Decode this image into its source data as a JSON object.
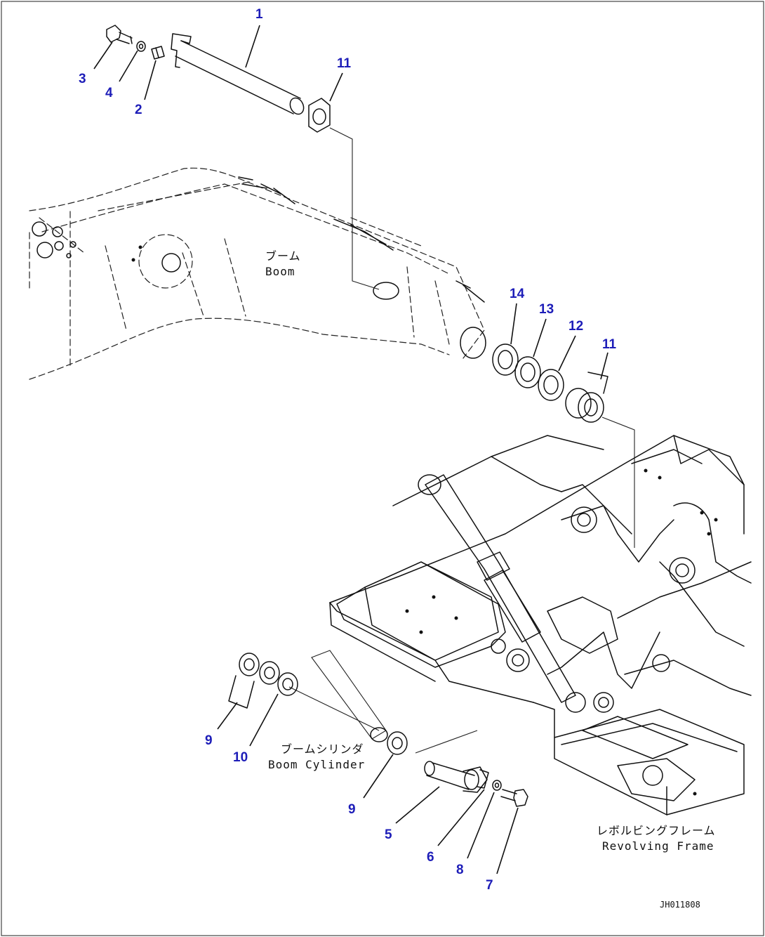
{
  "callouts": [
    {
      "id": "c1",
      "text": "1"
    },
    {
      "id": "c2",
      "text": "2"
    },
    {
      "id": "c3",
      "text": "3"
    },
    {
      "id": "c4",
      "text": "4"
    },
    {
      "id": "c11a",
      "text": "11"
    },
    {
      "id": "c14",
      "text": "14"
    },
    {
      "id": "c13",
      "text": "13"
    },
    {
      "id": "c12",
      "text": "12"
    },
    {
      "id": "c11b",
      "text": "11"
    },
    {
      "id": "c9a",
      "text": "9"
    },
    {
      "id": "c10",
      "text": "10"
    },
    {
      "id": "c9b",
      "text": "9"
    },
    {
      "id": "c5",
      "text": "5"
    },
    {
      "id": "c6",
      "text": "6"
    },
    {
      "id": "c8",
      "text": "8"
    },
    {
      "id": "c7",
      "text": "7"
    }
  ],
  "labels": {
    "boom_jp": "ブーム",
    "boom_en": "Boom",
    "cylinder_jp": "ブームシリンダ",
    "cylinder_en": "Boom Cylinder",
    "frame_jp": "レボルビングフレーム",
    "frame_en": "Revolving Frame"
  },
  "drawing_code": "JH011808"
}
